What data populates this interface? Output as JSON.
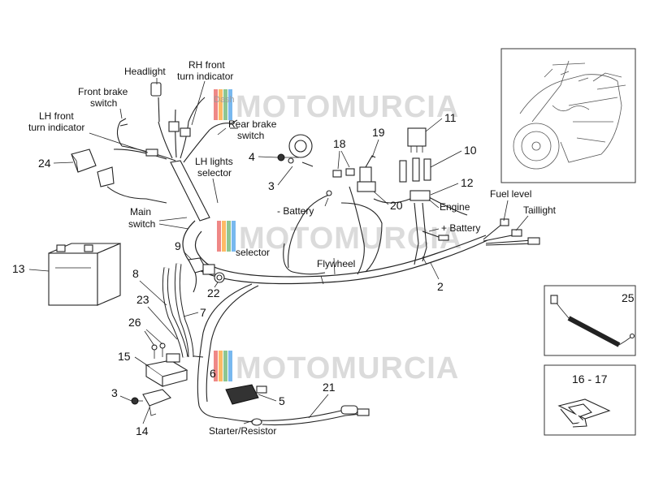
{
  "labels": {
    "headlight": "Headlight",
    "rh_front_turn": [
      "RH front",
      "turn indicator"
    ],
    "front_brake_switch": [
      "Front brake",
      "switch"
    ],
    "lh_front_turn": [
      "LH front",
      "turn indicator"
    ],
    "rear_brake_switch": [
      "Rear brake",
      "switch"
    ],
    "lh_lights_selector": [
      "LH lights",
      "selector"
    ],
    "main_switch": [
      "Main",
      "switch"
    ],
    "selector": "selector",
    "battery_neg": "- Battery",
    "flywheel": "Flywheel",
    "engine": "Engine",
    "fuel_level": "Fuel level",
    "taillight": "Taillight",
    "battery_pos": "+ Battery",
    "starter_resistor": "Starter/Resistor",
    "dashboard_partial": "Dash"
  },
  "part_numbers": {
    "n24": "24",
    "n4": "4",
    "n3a": "3",
    "n18": "18",
    "n19": "19",
    "n11": "11",
    "n10": "10",
    "n12": "12",
    "n20": "20",
    "n2": "2",
    "n9": "9",
    "n13": "13",
    "n8": "8",
    "n22": "22",
    "n23": "23",
    "n7": "7",
    "n26": "26",
    "n15": "15",
    "n6": "6",
    "n5": "5",
    "n21": "21",
    "n3b": "3",
    "n14": "14",
    "n25": "25",
    "n16_17": "16 - 17"
  },
  "watermark": {
    "text": "MOTOMURCIA",
    "stripe_colors": [
      "#e53935",
      "#fb8c00",
      "#43a047",
      "#1e88e5"
    ]
  }
}
